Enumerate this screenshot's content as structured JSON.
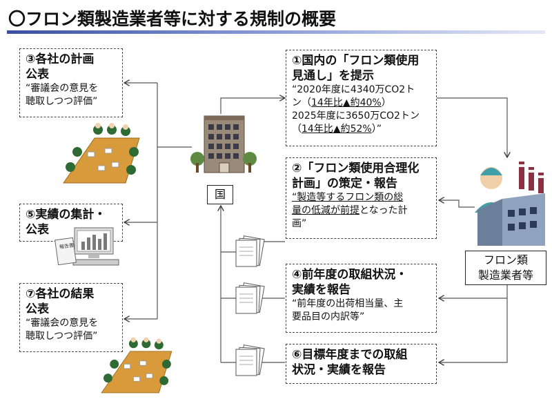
{
  "title": "〇フロン類製造業者等に対する規制の概要",
  "left_boxes": [
    {
      "heading": "③各社の計画公表",
      "heading_l1": "③各社の計画",
      "heading_l2": "公表",
      "text_l1": "“審議会の意見を",
      "text_l2": "聴取しつつ評価”"
    },
    {
      "heading_l1": "⑤実績の集計・",
      "heading_l2": "公表"
    },
    {
      "heading_l1": "⑦各社の結果",
      "heading_l2": "公表",
      "text_l1": "“審議会の意見を",
      "text_l2": "聴取しつつ評価”"
    }
  ],
  "right_boxes": [
    {
      "heading_l1": "①国内の「フロン類使用",
      "heading_l2": "見通し」を提示",
      "t1": "“2020年度に4340万CO2ト",
      "t2a": "ン（",
      "t2u": "14年比▲約40%",
      "t2b": "）",
      "t3": "2025年度に3650万CO2トン",
      "t4a": "（",
      "t4u": "14年比▲約52%",
      "t4b": "）”"
    },
    {
      "heading_l1": "②「フロン類使用合理化",
      "heading_l2": "計画」の策定・報告",
      "t1": "“製造等するフロン類の総",
      "t2u": "量の低減が前提",
      "t2b": "となった計",
      "t3": "画”"
    },
    {
      "heading_l1": "④前年度の取組状況・",
      "heading_l2": "実績を報告",
      "t1": "“前年度の出荷相当量、主",
      "t2": "要品目の内訳等”"
    },
    {
      "heading_l1": "⑥目標年度までの取組",
      "heading_l2": "状況・実績を報告"
    }
  ],
  "country_label": "国",
  "manufacturer_label_l1": "フロン類",
  "manufacturer_label_l2": "製造業者等",
  "report_cover": "報告書"
}
